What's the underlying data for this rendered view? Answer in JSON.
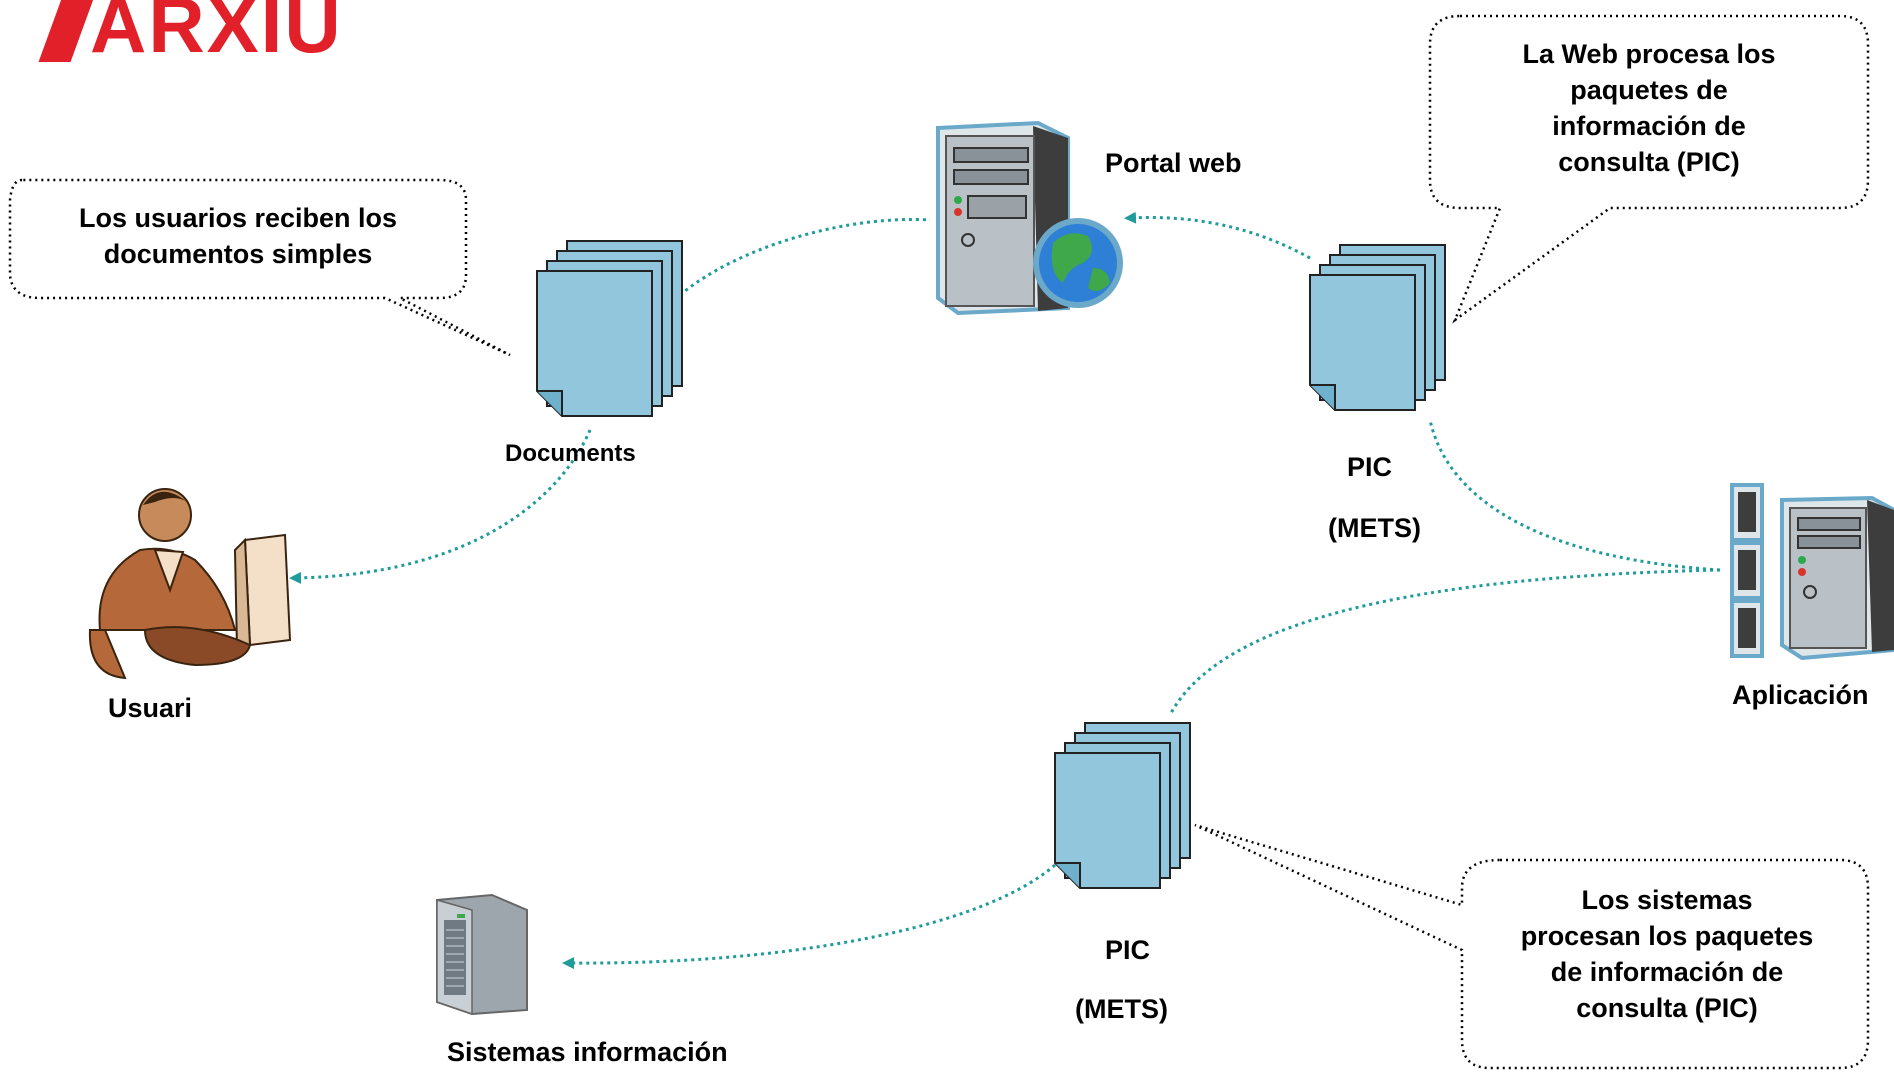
{
  "logo": {
    "text": "ARXIU",
    "color": "#e2202a"
  },
  "colors": {
    "connector": "#1f9b9b",
    "document": "#92c6dd",
    "bubble_border": "#000000"
  },
  "nodes": {
    "portal_web": {
      "label": "Portal web",
      "icon": "web-server-globe-icon"
    },
    "documents": {
      "label": "Documents",
      "icon": "document-stack-icon"
    },
    "pic_top": {
      "label_line1": "PIC",
      "label_line2": "(METS)",
      "icon": "document-stack-icon"
    },
    "aplicacion": {
      "label": "Aplicación",
      "icon": "server-rack-icon"
    },
    "usuari": {
      "label": "Usuari",
      "icon": "person-at-computer-icon"
    },
    "pic_bottom": {
      "label_line1": "PIC",
      "label_line2": "(METS)",
      "icon": "document-stack-icon"
    },
    "sistemas": {
      "label": "Sistemas información",
      "icon": "server-tower-icon"
    }
  },
  "callouts": {
    "usuarios": {
      "line1": "Los usuarios reciben los",
      "line2": "documentos simples"
    },
    "web": {
      "line1": "La Web procesa los",
      "line2": "paquetes de",
      "line3": "información de",
      "line4": "consulta (PIC)"
    },
    "sistemas": {
      "line1": "Los sistemas",
      "line2": "procesan los paquetes",
      "line3": "de información de",
      "line4": "consulta (PIC)"
    }
  }
}
